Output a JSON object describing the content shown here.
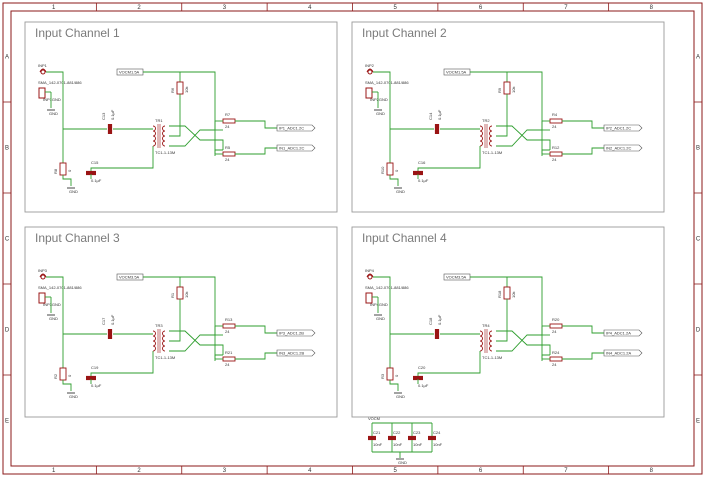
{
  "sheet": {
    "columns": [
      "1",
      "2",
      "3",
      "4",
      "5",
      "6",
      "7",
      "8"
    ],
    "rows": [
      "A",
      "B",
      "C",
      "D",
      "E"
    ]
  },
  "channels": [
    {
      "title": "Input Channel 1",
      "conn": "INP1",
      "conn_part": "SMA_142-0701-881/886",
      "conn_gnd": "INP1GND",
      "vocm": "VOCM1.5A",
      "cap_series": "C13",
      "cap_series_val": "0.1µF",
      "res_term": "R8",
      "res_term_val": "0",
      "cap_shunt": "C15",
      "cap_shunt_val": "0.1µF",
      "res_sub": "R6",
      "res_sub_val": "10k",
      "xfmr": "TR1",
      "xfmr_part": "TC1-1-13M",
      "r_top": "R7",
      "r_top_val": "24",
      "r_bot": "R5",
      "r_bot_val": "24",
      "out_pos": "IP1_ADC1.2C",
      "out_neg": "IN1_ADC1.2C",
      "gnd": "GND"
    },
    {
      "title": "Input Channel 2",
      "conn": "INP2",
      "conn_part": "SMA_142-0701-881/886",
      "conn_gnd": "INP2GND",
      "vocm": "VOCM1.5A",
      "cap_series": "C14",
      "cap_series_val": "0.1µF",
      "res_term": "R10",
      "res_term_val": "0",
      "cap_shunt": "C16",
      "cap_shunt_val": "0.1µF",
      "res_sub": "R9",
      "res_sub_val": "10k",
      "xfmr": "TR2",
      "xfmr_part": "TC1-1-13M",
      "r_top": "R4",
      "r_top_val": "24",
      "r_bot": "R12",
      "r_bot_val": "24",
      "out_pos": "IP2_ADC1.2C",
      "out_neg": "IN2_ADC1.2C",
      "gnd": "GND"
    },
    {
      "title": "Input Channel 3",
      "conn": "INP3",
      "conn_part": "SMA_142-0701-881/886",
      "conn_gnd": "INP3GND",
      "vocm": "VOCM3.5A",
      "cap_series": "C17",
      "cap_series_val": "0.1µF",
      "res_term": "R2",
      "res_term_val": "0",
      "cap_shunt": "C19",
      "cap_shunt_val": "0.1µF",
      "res_sub": "R1",
      "res_sub_val": "10k",
      "xfmr": "TR3",
      "xfmr_part": "TC1-1-13M",
      "r_top": "R13",
      "r_top_val": "24",
      "r_bot": "R21",
      "r_bot_val": "24",
      "out_pos": "IP3_ADC1.2B",
      "out_neg": "IN3_ADC1.2B",
      "gnd": "GND"
    },
    {
      "title": "Input Channel 4",
      "conn": "INP4",
      "conn_part": "SMA_142-0701-881/886",
      "conn_gnd": "INP4GND",
      "vocm": "VOCM3.5A",
      "cap_series": "C18",
      "cap_series_val": "0.1µF",
      "res_term": "R3",
      "res_term_val": "0",
      "cap_shunt": "C20",
      "cap_shunt_val": "0.1µF",
      "res_sub": "R18",
      "res_sub_val": "10k",
      "xfmr": "TR4",
      "xfmr_part": "TC1-1-13M",
      "r_top": "R20",
      "r_top_val": "24",
      "r_bot": "R24",
      "r_bot_val": "24",
      "out_pos": "IP4_ADC1.2A",
      "out_neg": "IN4_ADC1.2A",
      "gnd": "GND"
    }
  ],
  "decoupling": {
    "net": "VOCM",
    "caps": [
      {
        "ref": "C21",
        "val": "10nF"
      },
      {
        "ref": "C22",
        "val": "10nF"
      },
      {
        "ref": "C23",
        "val": "10nF"
      },
      {
        "ref": "C24",
        "val": "10nF"
      }
    ],
    "gnd": "GND"
  },
  "colors": {
    "frame": "#8b1a1a",
    "wire": "#2e9e2e",
    "part": "#9a1414",
    "box": "#9a9a9a"
  }
}
